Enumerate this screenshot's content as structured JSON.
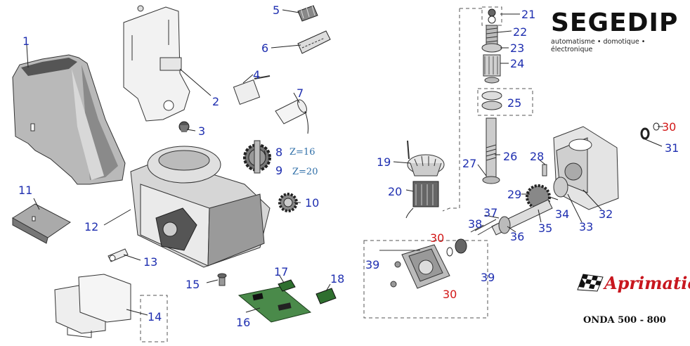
{
  "brand": {
    "name": "SEGEDIP",
    "tagline": "automatisme • domotique • électronique"
  },
  "logo": {
    "name": "Aprimatic"
  },
  "model": "ONDA 500 - 800",
  "colors": {
    "callout_blue": "#1f2fb0",
    "callout_red": "#d21818",
    "brand_red": "#c8161e"
  },
  "labels": {
    "p1": "1",
    "p2": "2",
    "p3": "3",
    "p4": "4",
    "p5": "5",
    "p6": "6",
    "p7": "7",
    "p8": "8",
    "p9": "9",
    "p10": "10",
    "p11": "11",
    "p12": "12",
    "p13": "13",
    "p14": "14",
    "p15": "15",
    "p16": "16",
    "p17": "17",
    "p18": "18",
    "p19": "19",
    "p20": "20",
    "p21": "21",
    "p22": "22",
    "p23": "23",
    "p24": "24",
    "p25": "25",
    "p26": "26",
    "p27": "27",
    "p28": "28",
    "p29": "29",
    "p30": "30",
    "p31": "31",
    "p32": "32",
    "p33": "33",
    "p34": "34",
    "p35": "35",
    "p36": "36",
    "p37": "37",
    "p38": "38",
    "p39": "39",
    "p30b": "30",
    "p30c": "30",
    "p39b": "39"
  },
  "z_notes": {
    "z16": "Z=16",
    "z20": "Z=20"
  }
}
